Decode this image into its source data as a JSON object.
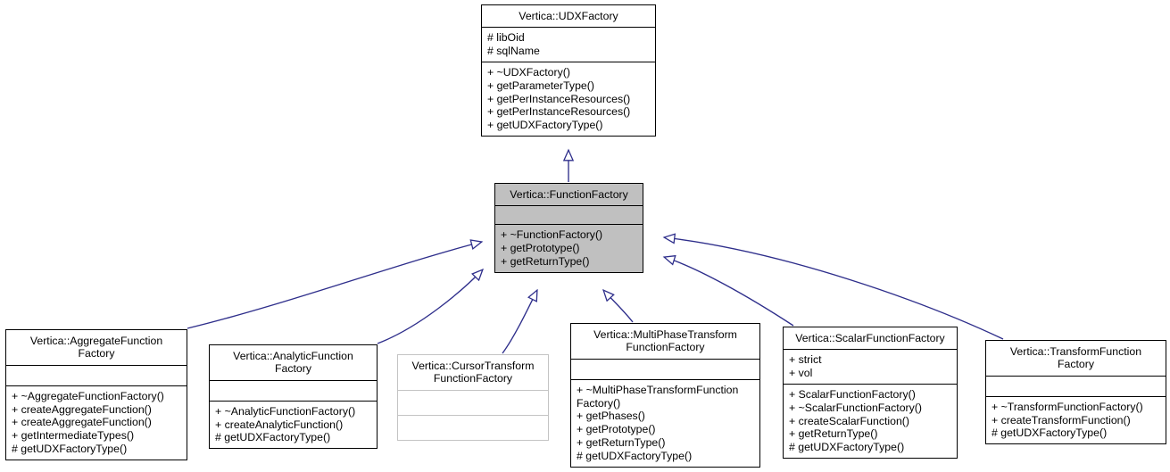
{
  "diagram": {
    "kind": "uml-inheritance-diagram",
    "root_class": "Vertica::FunctionFactory",
    "background_color": "#ffffff",
    "edge_color": "#2e2e8b",
    "highlight_fill": "#c0c0c0",
    "border_color": "#000000",
    "muted_border_color": "#c4c4c4",
    "arrow_kind": "hollow-triangle-inheritance"
  },
  "nodes": [
    {
      "id": "udxfactory",
      "title": "Vertica::UDXFactory",
      "attributes": [
        "# libOid",
        "# sqlName"
      ],
      "methods": [
        "+ ~UDXFactory()",
        "+ getParameterType()",
        "+ getPerInstanceResources()",
        "+ getPerInstanceResources()",
        "+ getUDXFactoryType()"
      ]
    },
    {
      "id": "functionfactory",
      "title": "Vertica::FunctionFactory",
      "attributes": [],
      "methods": [
        "+ ~FunctionFactory()",
        "+ getPrototype()",
        "+ getReturnType()"
      ]
    },
    {
      "id": "aggregate",
      "title": "Vertica::AggregateFunction\nFactory",
      "attributes": [],
      "methods": [
        "+ ~AggregateFunctionFactory()",
        "+ createAggregateFunction()",
        "+ createAggregateFunction()",
        "+ getIntermediateTypes()",
        "# getUDXFactoryType()"
      ]
    },
    {
      "id": "analytic",
      "title": "Vertica::AnalyticFunction\nFactory",
      "attributes": [],
      "methods": [
        "+ ~AnalyticFunctionFactory()",
        "+ createAnalyticFunction()",
        "# getUDXFactoryType()"
      ]
    },
    {
      "id": "cursortransform",
      "title": "Vertica::CursorTransform\nFunctionFactory",
      "attributes": [],
      "methods": []
    },
    {
      "id": "multiphase",
      "title": "Vertica::MultiPhaseTransform\nFunctionFactory",
      "attributes": [],
      "methods": [
        "+ ~MultiPhaseTransformFunction Factory()",
        "+ getPhases()",
        "+ getPrototype()",
        "+ getReturnType()",
        "# getUDXFactoryType()"
      ]
    },
    {
      "id": "scalar",
      "title": "Vertica::ScalarFunctionFactory",
      "attributes": [
        "+ strict",
        "+ vol"
      ],
      "methods": [
        "+ ScalarFunctionFactory()",
        "+ ~ScalarFunctionFactory()",
        "+ createScalarFunction()",
        "+ getReturnType()",
        "# getUDXFactoryType()"
      ]
    },
    {
      "id": "transform",
      "title": "Vertica::TransformFunction\nFactory",
      "attributes": [],
      "methods": [
        "+ ~TransformFunctionFactory()",
        "+ createTransformFunction()",
        "# getUDXFactoryType()"
      ]
    }
  ],
  "edges": [
    {
      "from": "functionfactory",
      "to": "udxfactory",
      "relation": "inherits"
    },
    {
      "from": "aggregate",
      "to": "functionfactory",
      "relation": "inherits"
    },
    {
      "from": "analytic",
      "to": "functionfactory",
      "relation": "inherits"
    },
    {
      "from": "cursortransform",
      "to": "functionfactory",
      "relation": "inherits"
    },
    {
      "from": "multiphase",
      "to": "functionfactory",
      "relation": "inherits"
    },
    {
      "from": "scalar",
      "to": "functionfactory",
      "relation": "inherits"
    },
    {
      "from": "transform",
      "to": "functionfactory",
      "relation": "inherits"
    }
  ]
}
